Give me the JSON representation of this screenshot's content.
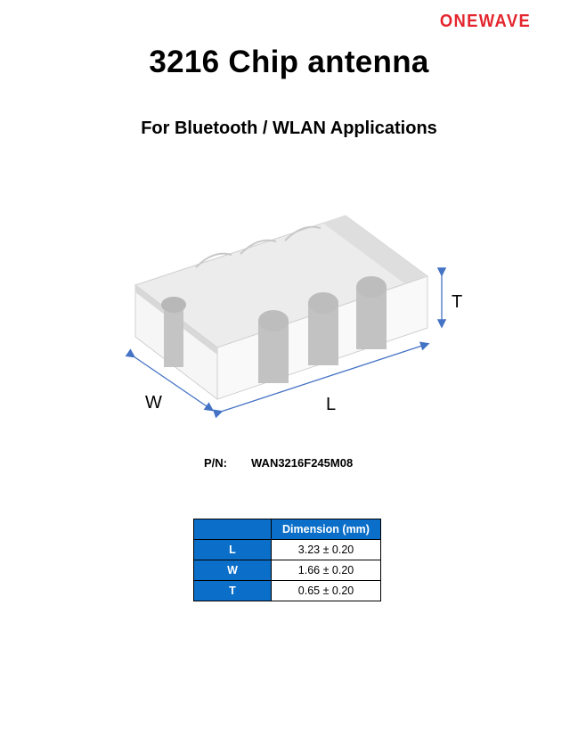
{
  "logo": {
    "text": "ONEWAVE",
    "accent_color": "#e3262e"
  },
  "title": "3216 Chip antenna",
  "subtitle": "For Bluetooth / WLAN Applications",
  "figure": {
    "labels": {
      "t": "T",
      "w": "W",
      "l": "L"
    },
    "arrow_color": "#4472c4"
  },
  "part_number": {
    "label": "P/N:",
    "value": "WAN3216F245M08"
  },
  "dimension_table": {
    "header": "Dimension (mm)",
    "header_color": "#0b6fc9",
    "rows": [
      {
        "key": "L",
        "value": "3.23 ± 0.20"
      },
      {
        "key": "W",
        "value": "1.66 ± 0.20"
      },
      {
        "key": "T",
        "value": "0.65 ± 0.20"
      }
    ]
  }
}
